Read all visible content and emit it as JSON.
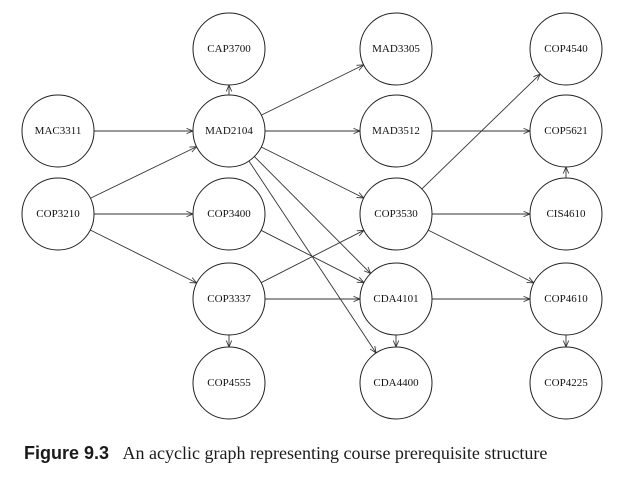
{
  "nodes": [
    {
      "id": "CAP3700",
      "label": "CAP3700"
    },
    {
      "id": "MAD3305",
      "label": "MAD3305"
    },
    {
      "id": "COP4540",
      "label": "COP4540"
    },
    {
      "id": "MAC3311",
      "label": "MAC3311"
    },
    {
      "id": "MAD2104",
      "label": "MAD2104"
    },
    {
      "id": "MAD3512",
      "label": "MAD3512"
    },
    {
      "id": "COP5621",
      "label": "COP5621"
    },
    {
      "id": "COP3210",
      "label": "COP3210"
    },
    {
      "id": "COP3400",
      "label": "COP3400"
    },
    {
      "id": "COP3530",
      "label": "COP3530"
    },
    {
      "id": "CIS4610",
      "label": "CIS4610"
    },
    {
      "id": "COP3337",
      "label": "COP3337"
    },
    {
      "id": "CDA4101",
      "label": "CDA4101"
    },
    {
      "id": "COP4610",
      "label": "COP4610"
    },
    {
      "id": "COP4555",
      "label": "COP4555"
    },
    {
      "id": "CDA4400",
      "label": "CDA4400"
    },
    {
      "id": "COP4225",
      "label": "COP4225"
    }
  ],
  "edges": [
    [
      "MAD2104",
      "CAP3700"
    ],
    [
      "MAC3311",
      "MAD2104"
    ],
    [
      "MAD2104",
      "MAD3305"
    ],
    [
      "MAD2104",
      "MAD3512"
    ],
    [
      "MAD2104",
      "COP3530"
    ],
    [
      "MAD2104",
      "CDA4101"
    ],
    [
      "MAD2104",
      "CDA4400"
    ],
    [
      "COP3210",
      "MAD2104"
    ],
    [
      "COP3210",
      "COP3400"
    ],
    [
      "COP3210",
      "COP3337"
    ],
    [
      "COP3400",
      "CDA4101"
    ],
    [
      "COP3337",
      "COP3530"
    ],
    [
      "COP3337",
      "CDA4101"
    ],
    [
      "COP3337",
      "COP4555"
    ],
    [
      "MAD3512",
      "COP5621"
    ],
    [
      "COP3530",
      "COP4540"
    ],
    [
      "COP3530",
      "CIS4610"
    ],
    [
      "COP3530",
      "COP4610"
    ],
    [
      "CIS4610",
      "COP5621"
    ],
    [
      "CDA4101",
      "CDA4400"
    ],
    [
      "CDA4101",
      "COP4610"
    ],
    [
      "COP4610",
      "COP4225"
    ]
  ],
  "caption": {
    "label": "Figure 9.3",
    "text": "An acyclic graph representing course prerequisite structure"
  }
}
